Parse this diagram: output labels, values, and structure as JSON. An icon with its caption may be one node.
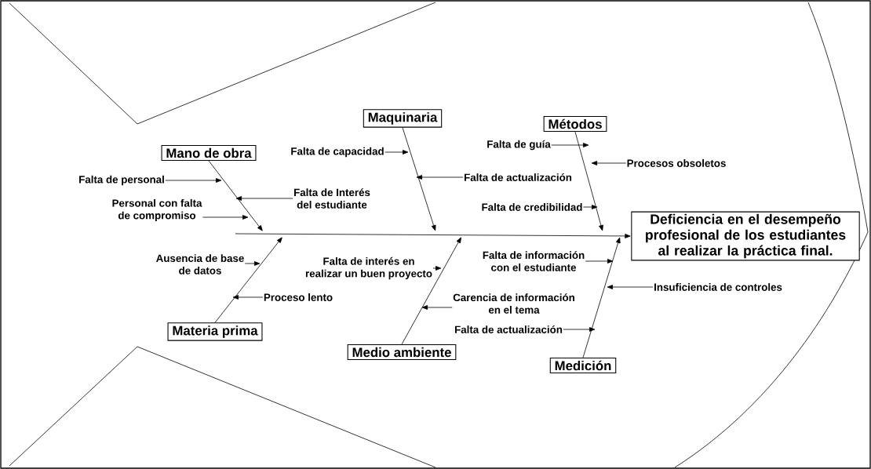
{
  "diagram": {
    "nodes": [
      {
        "text": [
          "Mano de obra"
        ]
      },
      {
        "text": [
          "Maquinaria"
        ]
      },
      {
        "text": [
          "Métodos"
        ]
      },
      {
        "text": [
          "Materia prima"
        ]
      },
      {
        "text": [
          "Medio ambiente"
        ]
      },
      {
        "text": [
          "Medición"
        ]
      },
      {
        "text": [
          "Deficiencia en el desempeño profesional de los estudiantes al realizar la práctica final."
        ]
      },
      {
        "text": [
          "Falta de personal"
        ]
      },
      {
        "text": [
          "Falta de Interés del estudiante"
        ]
      },
      {
        "text": [
          "Personal con falta de compromiso"
        ]
      },
      {
        "text": [
          "Ausencia de base de datos"
        ]
      },
      {
        "text": [
          "Proceso lento"
        ]
      },
      {
        "text": [
          "Falta de capacidad"
        ]
      },
      {
        "text": [
          "Falta de actualización"
        ]
      },
      {
        "text": [
          "Falta de guía"
        ]
      },
      {
        "text": [
          "Procesos obsoletos"
        ]
      },
      {
        "text": [
          "Falta de credibilidad"
        ]
      },
      {
        "text": [
          "Falta de interés en realizar un buen proyecto"
        ]
      },
      {
        "text": [
          "Falta de información con el estudiante"
        ]
      },
      {
        "text": [
          "Carencia de información en el tema"
        ]
      },
      {
        "text": [
          "Insuficiencia de controles"
        ]
      },
      {
        "text": [
          "Falta de actualización"
        ]
      }
    ],
    "edges": [
      {
        "from": null,
        "to": 6,
        "arrow": "to"
      },
      {
        "from": 0,
        "to": null,
        "arrow": "to"
      },
      {
        "from": 1,
        "to": null,
        "arrow": "to"
      },
      {
        "from": 2,
        "to": null,
        "arrow": "to"
      },
      {
        "from": 3,
        "to": null,
        "arrow": "to"
      },
      {
        "from": 4,
        "to": null,
        "arrow": "to"
      },
      {
        "from": 5,
        "to": null,
        "arrow": "to"
      },
      {
        "from": 7,
        "to": null,
        "arrow": "to"
      },
      {
        "from": 8,
        "to": null,
        "arrow": "to"
      },
      {
        "from": 9,
        "to": null,
        "arrow": "to"
      },
      {
        "from": 10,
        "to": null,
        "arrow": "to"
      },
      {
        "from": 11,
        "to": null,
        "arrow": "to"
      },
      {
        "from": 12,
        "to": null,
        "arrow": "to"
      },
      {
        "from": 13,
        "to": null,
        "arrow": "to"
      },
      {
        "from": 14,
        "to": null,
        "arrow": "to"
      },
      {
        "from": 15,
        "to": null,
        "arrow": "to"
      },
      {
        "from": 16,
        "to": null,
        "arrow": "to"
      },
      {
        "from": 17,
        "to": null,
        "arrow": "to"
      },
      {
        "from": 18,
        "to": null,
        "arrow": "to"
      },
      {
        "from": 19,
        "to": null,
        "arrow": "to"
      },
      {
        "from": 20,
        "to": null,
        "arrow": "to"
      },
      {
        "from": 21,
        "to": null,
        "arrow": "to"
      }
    ]
  }
}
